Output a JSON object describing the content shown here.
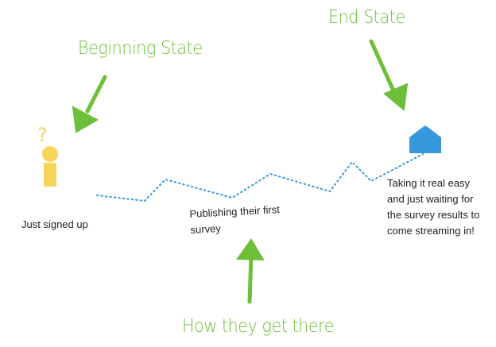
{
  "titles": {
    "beginning": "Beginning State",
    "end": "End State",
    "middle": "How they get there"
  },
  "labels": {
    "start": "Just signed up",
    "middle_line1": "Publishing their first",
    "middle_line2": "survey",
    "end_line1": "Taking it real easy",
    "end_line2": "and just waiting for",
    "end_line3": "the survey results to",
    "end_line4": "come streaming in!"
  },
  "icons": {
    "person": "question-person-icon",
    "house": "house-icon"
  },
  "colors": {
    "green": "#6dbf3a",
    "yellow": "#f7d55a",
    "blue": "#3598dc",
    "dots": "#3598dc"
  }
}
